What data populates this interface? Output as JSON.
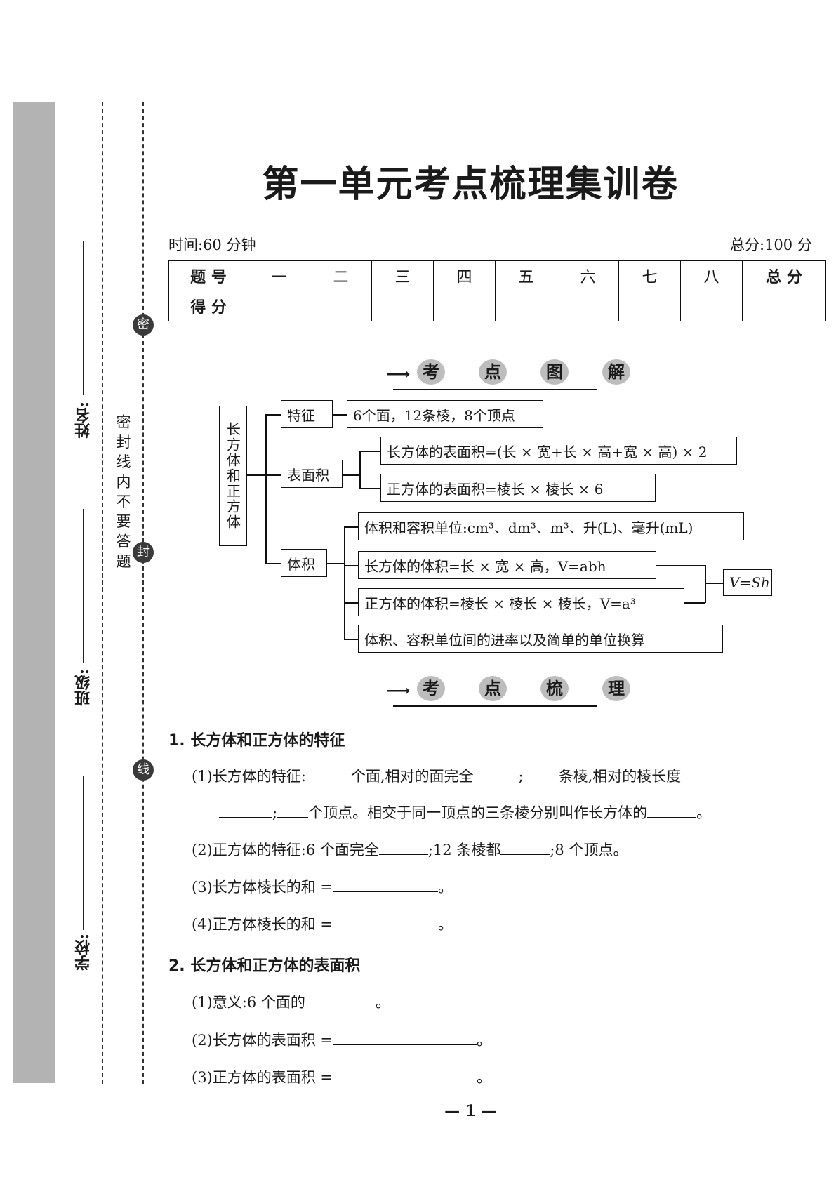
{
  "title": "第一单元考点梳理集训卷",
  "meta": {
    "time": "时间:60 分钟",
    "total": "总分:100 分"
  },
  "score_table": {
    "row1": [
      "题 号",
      "一",
      "二",
      "三",
      "四",
      "五",
      "六",
      "七",
      "八",
      "总 分"
    ],
    "row2_label": "得 分"
  },
  "margin": {
    "seal_text": "密封线内不要答题",
    "circles": [
      "密",
      "封",
      "线"
    ],
    "fields": {
      "name": "姓名:",
      "class": "班级:",
      "school": "学校:"
    }
  },
  "banners": {
    "diagram": [
      "考",
      "点",
      "图",
      "解"
    ],
    "review": [
      "考",
      "点",
      "梳",
      "理"
    ]
  },
  "mindmap": {
    "root": "长方体和正方体",
    "feature": {
      "label": "特征",
      "item": "6个面，12条棱，8个顶点"
    },
    "surface": {
      "label": "表面积",
      "items": [
        "长方体的表面积=(长 × 宽+长 × 高+宽 × 高) × 2",
        "正方体的表面积=棱长 × 棱长 × 6"
      ]
    },
    "volume": {
      "label": "体积",
      "items": [
        "体积和容积单位:cm³、dm³、m³、升(L)、毫升(mL)",
        "长方体的体积=长 × 宽 × 高，V=abh",
        "正方体的体积=棱长 × 棱长 × 棱长，V=a³",
        "体积、容积单位间的进率以及简单的单位换算"
      ],
      "merge": "V=Sh"
    }
  },
  "sections": [
    {
      "heading": "1. 长方体和正方体的特征",
      "q1a": "(1)长方体的特征:",
      "q1b": "个面,相对的面完全",
      "q1c": ";",
      "q1d": "条棱,相对的棱长度",
      "q1e": ";",
      "q1f": "个顶点。相交于同一顶点的三条棱分别叫作长方体的",
      "q1g": "。",
      "q2a": "(2)正方体的特征:6 个面完全",
      "q2b": ";12 条棱都",
      "q2c": ";8 个顶点。",
      "q3": "(3)长方体棱长的和 =",
      "q4": "(4)正方体棱长的和 =",
      "end": "。"
    },
    {
      "heading": "2. 长方体和正方体的表面积",
      "q1": "(1)意义:6 个面的",
      "q2": "(2)长方体的表面积 =",
      "q3": "(3)正方体的表面积 =",
      "end": "。"
    }
  ],
  "page_number": "— 1 —"
}
